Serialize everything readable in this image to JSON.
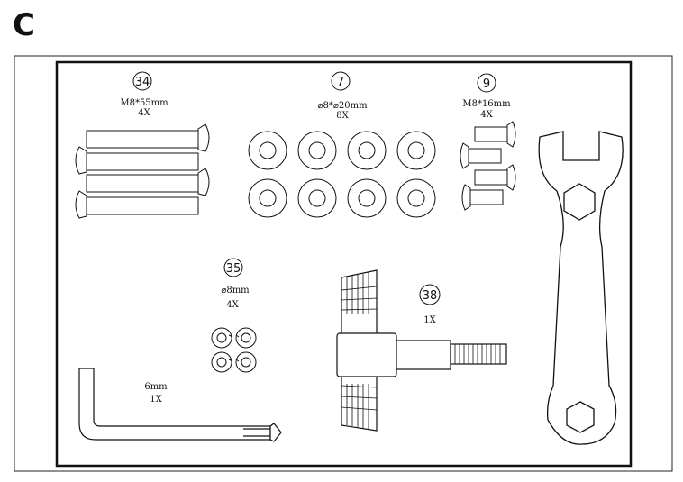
{
  "section": "C",
  "parts": {
    "bolt_long": {
      "number": "34",
      "spec": "M8*55mm",
      "qty": "4X"
    },
    "washer": {
      "number": "7",
      "spec": "⌀8*⌀20mm",
      "qty": "8X"
    },
    "bolt_short": {
      "number": "9",
      "spec": "M8*16mm",
      "qty": "4X"
    },
    "spring_washer": {
      "number": "35",
      "spec": "⌀8mm",
      "qty": "4X"
    },
    "allen_key": {
      "spec": "6mm",
      "qty": "1X"
    },
    "knob_bolt": {
      "number": "38",
      "qty": "1X"
    }
  }
}
